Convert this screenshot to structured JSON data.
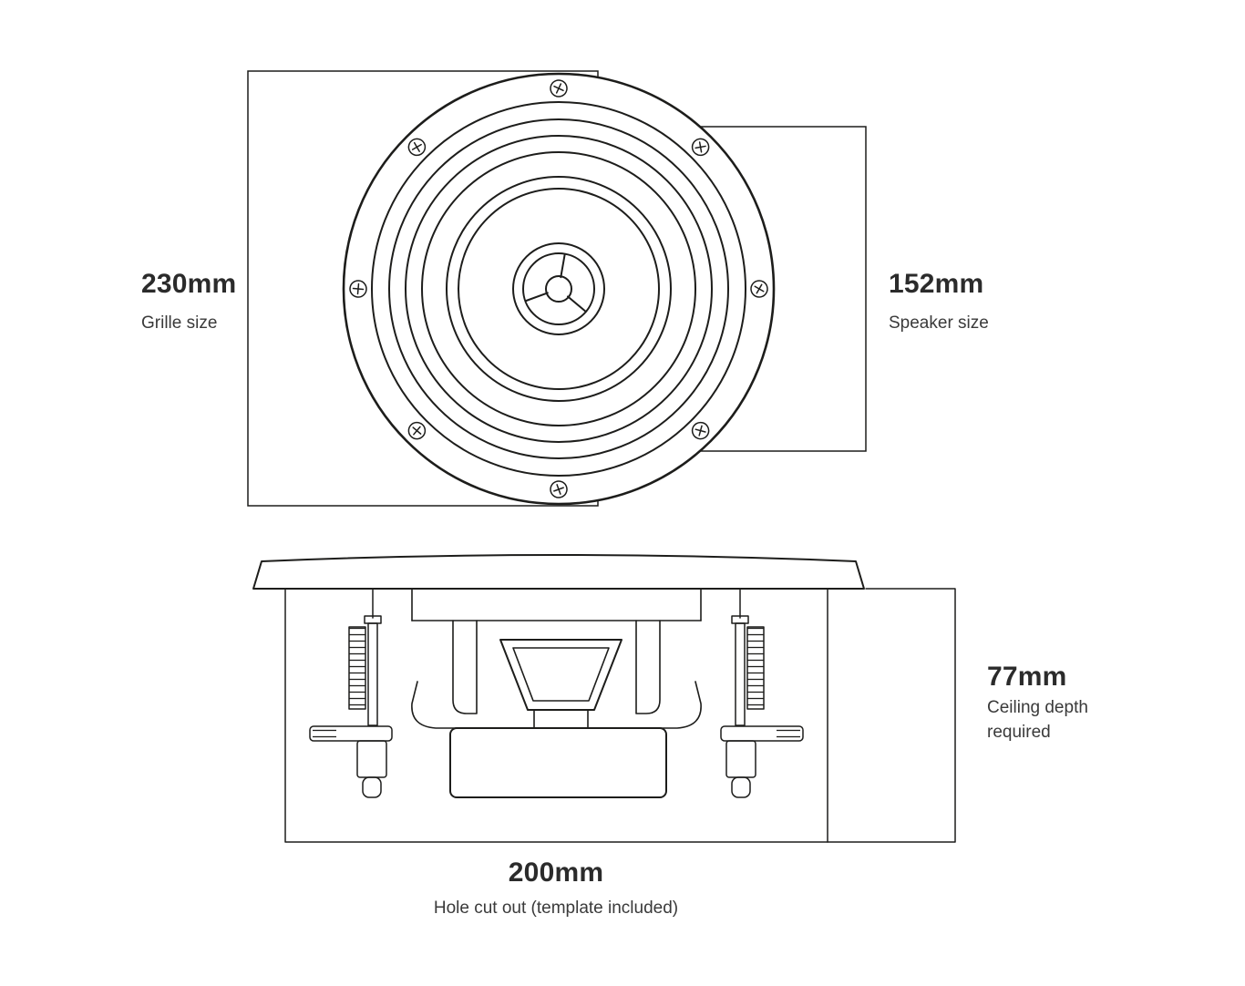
{
  "colors": {
    "line": "#1d1d1b",
    "text": "#2d2d2d",
    "background": "#ffffff"
  },
  "labels": {
    "grille": {
      "value": "230mm",
      "caption": "Grille size"
    },
    "speaker": {
      "value": "152mm",
      "caption": "Speaker size"
    },
    "ceiling_depth": {
      "value": "77mm",
      "caption": "Ceiling depth required"
    },
    "hole_cutout": {
      "value": "200mm",
      "caption": "Hole cut out (template included)"
    }
  }
}
